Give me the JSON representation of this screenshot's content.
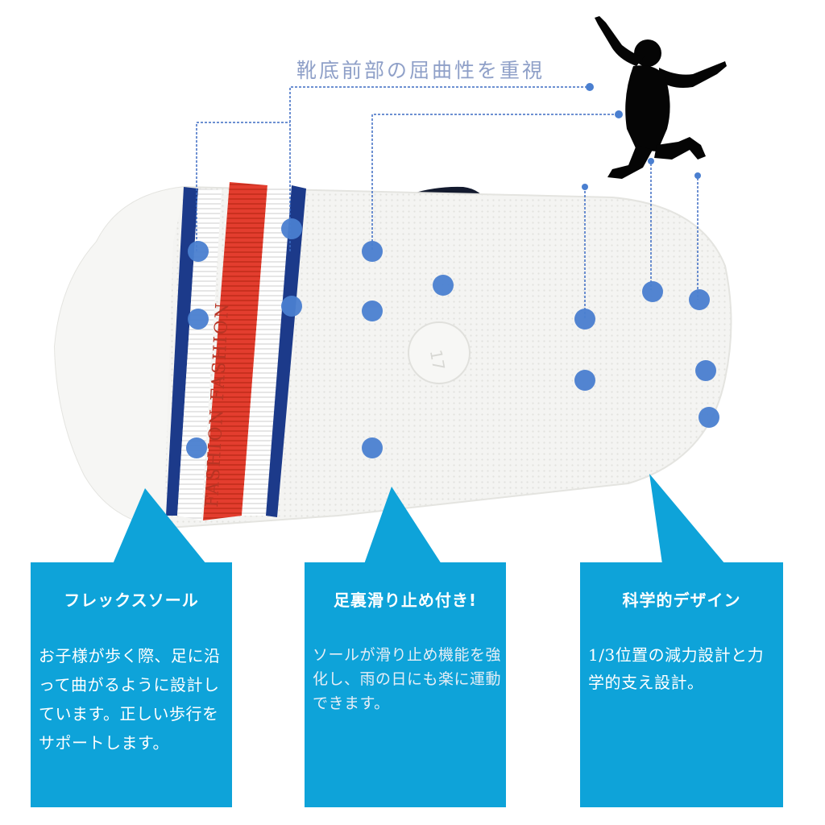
{
  "headline": "靴底前部の屈曲性を重視",
  "sole": {
    "stripe_text": "FASHION FASHION",
    "size_mark": "17"
  },
  "colors": {
    "card_blue": "#0ea3d9",
    "dot_blue": "#4a7fd0",
    "stripe_red": "#e23b2c",
    "stripe_navy": "#1c3a8a",
    "sole_white": "#f3f3f1",
    "headline_gray_blue": "#8fa0c8"
  },
  "cards": [
    {
      "title": "フレックスソール",
      "body": "お子様が歩く際、足に沿って曲がるように設計しています。正しい歩行をサポートします。"
    },
    {
      "title": "足裏滑り止め付き!",
      "body": "ソールが滑り止め機能を強化し、雨の日にも楽に運動できます。"
    },
    {
      "title": "科学的デザイン",
      "body": "1/3位置の減力設計と力学的支え設計。"
    }
  ],
  "icons": [
    "jumping-child-silhouette-icon"
  ]
}
